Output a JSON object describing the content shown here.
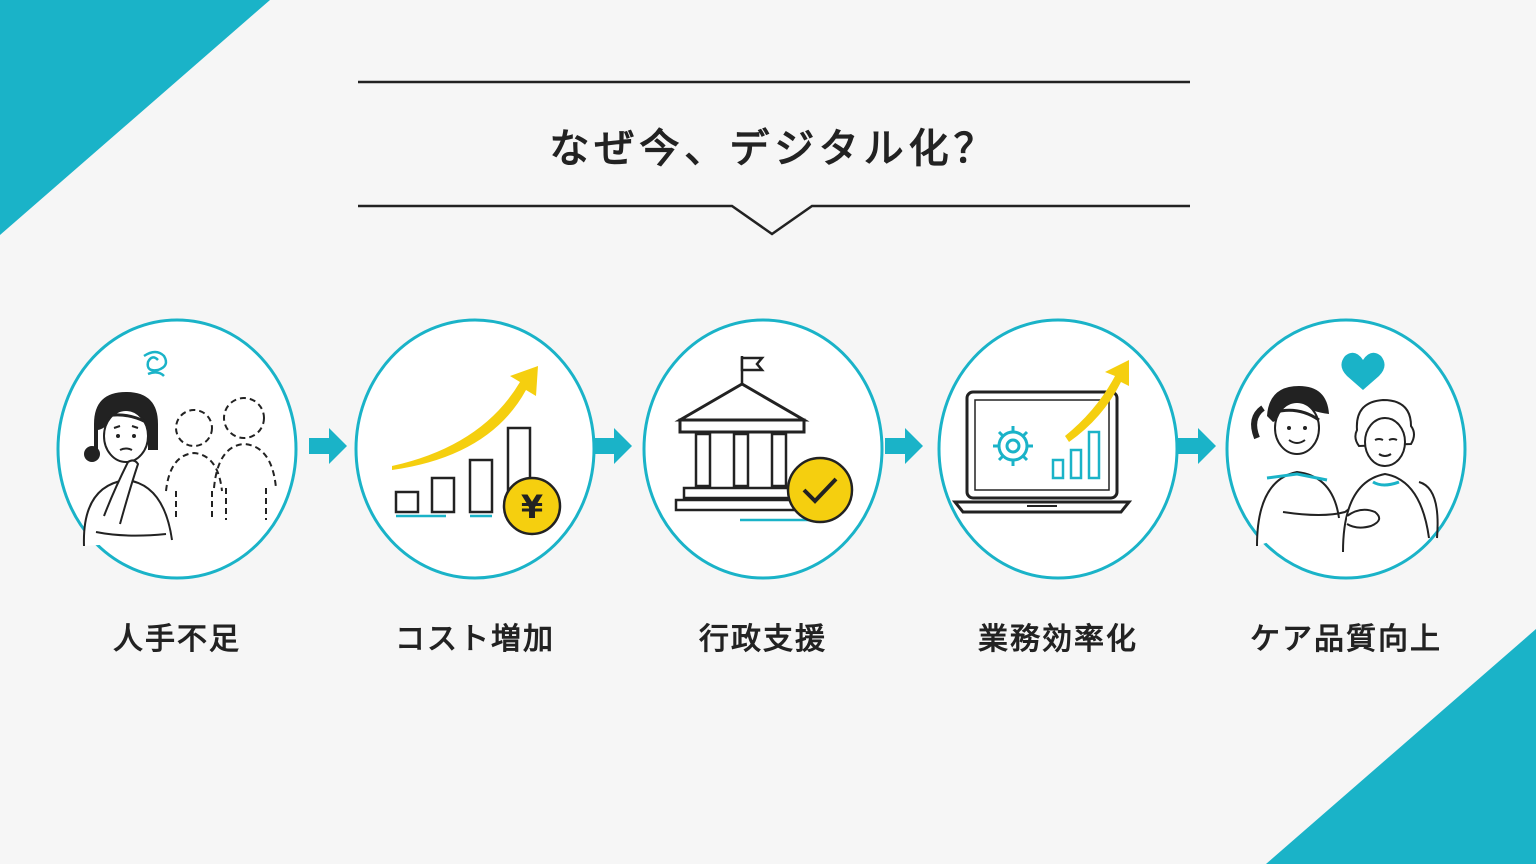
{
  "title": "なぜ今、デジタル化？",
  "colors": {
    "accent": "#1ab3c8",
    "highlight": "#f5cf0f",
    "line": "#222222",
    "background": "#f6f6f6"
  },
  "steps": [
    {
      "label": "人手不足",
      "icon": "worried-person-icon"
    },
    {
      "label": "コスト増加",
      "icon": "rising-cost-icon",
      "badge": "¥"
    },
    {
      "label": "行政支援",
      "icon": "government-building-icon"
    },
    {
      "label": "業務効率化",
      "icon": "laptop-efficiency-icon"
    },
    {
      "label": "ケア品質向上",
      "icon": "caregiver-senior-icon"
    }
  ]
}
